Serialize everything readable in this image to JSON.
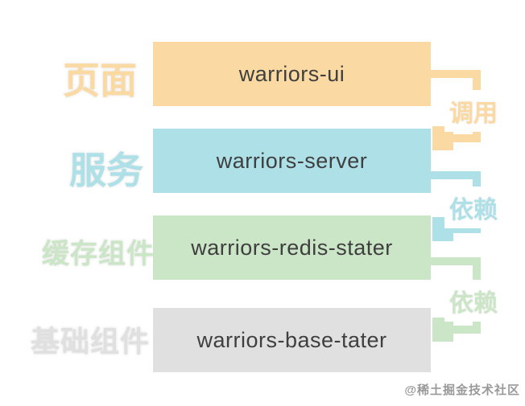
{
  "diagram": {
    "layers": [
      {
        "label": "页面",
        "box": "warriors-ui",
        "color": "#fbd9a2"
      },
      {
        "label": "服务",
        "box": "warriors-server",
        "color": "#aee0e8"
      },
      {
        "label": "缓存组件",
        "box": "warriors-redis-stater",
        "color": "#cbe6c6"
      },
      {
        "label": "基础组件",
        "box": "warriors-base-tater",
        "color": "#e0e0e0"
      }
    ],
    "connectors": [
      {
        "label": "调用",
        "from": "warriors-ui",
        "to": "warriors-server",
        "color": "#fbd9a2"
      },
      {
        "label": "依赖",
        "from": "warriors-server",
        "to": "warriors-redis-stater",
        "color": "#aee0e8"
      },
      {
        "label": "依赖",
        "from": "warriors-redis-stater",
        "to": "warriors-base-tater",
        "color": "#cbe6c6"
      }
    ],
    "box_text_color": "#3f3f3f",
    "background": "#ffffff"
  },
  "watermark": {
    "text": "@稀土掘金技术社区",
    "color": "#9a9a9a"
  }
}
